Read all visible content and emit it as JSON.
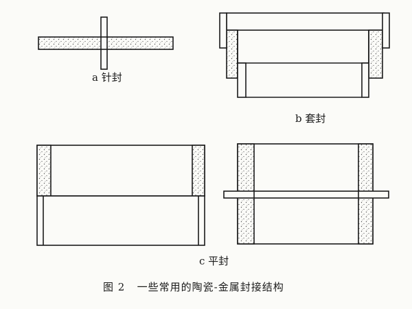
{
  "labels": {
    "a": "a 针封",
    "b": "b 套封",
    "c": "c 平封"
  },
  "caption": {
    "figure_no": "图 2",
    "text": "一些常用的陶瓷-金属封接结构"
  },
  "colors": {
    "line": "#1a1a1a",
    "ceramic_fill": "#fbfbf8",
    "dots": "#555555"
  }
}
